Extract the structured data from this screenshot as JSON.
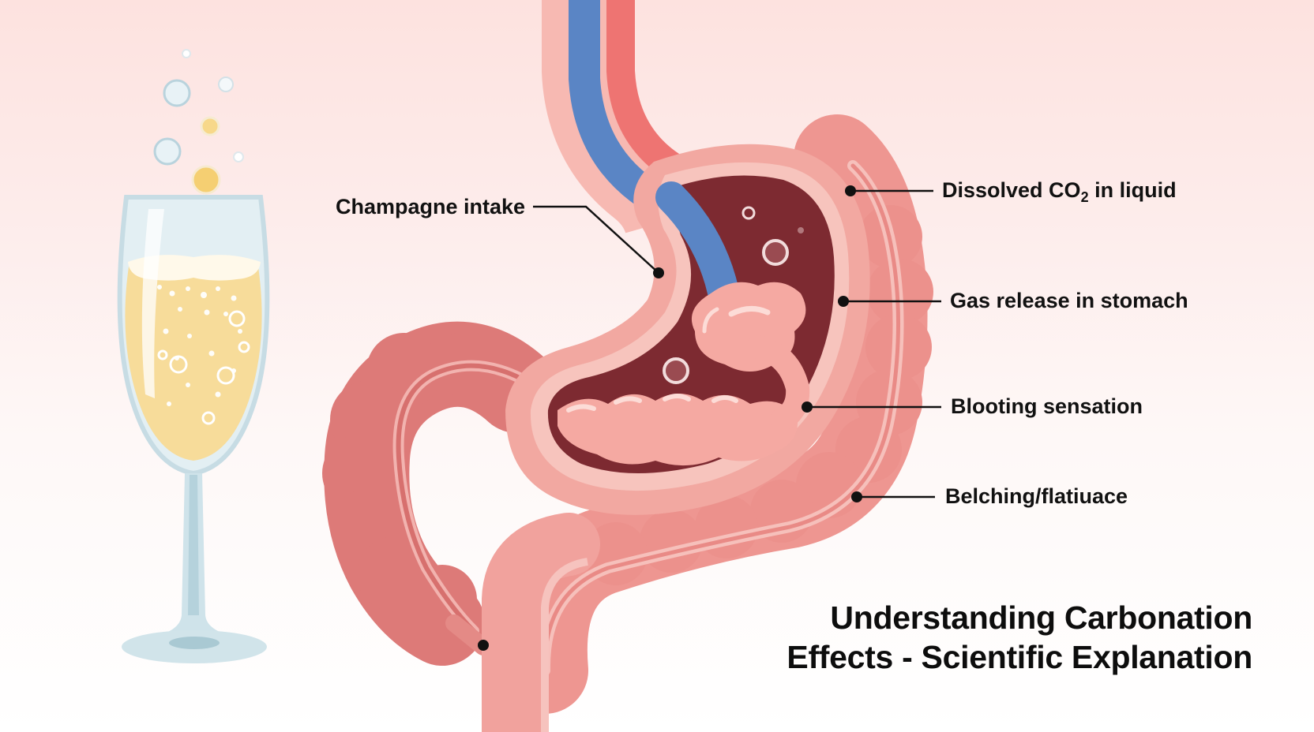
{
  "labels": {
    "champagne_intake": "Champagne intake",
    "dissolved_prefix": "Dissolved CO",
    "dissolved_sub": "2",
    "dissolved_suffix": " in liquid",
    "gas_release": "Gas release in stomach",
    "bloating": "Blooting sensation",
    "belching": "Belching/flatiuace"
  },
  "title": {
    "line1": "Understanding Carbonation",
    "line2": "Effects - Scientific Explanation"
  },
  "colors": {
    "esophagus_blue": "#5a85c5",
    "esophagus_red": "#ee7472",
    "stomach_interior": "#7d2a31",
    "stomach_wall": "#f1a39c",
    "intestine": "#d9716f",
    "champagne": "#f7dc9a",
    "glass": "#cfe3ea"
  }
}
